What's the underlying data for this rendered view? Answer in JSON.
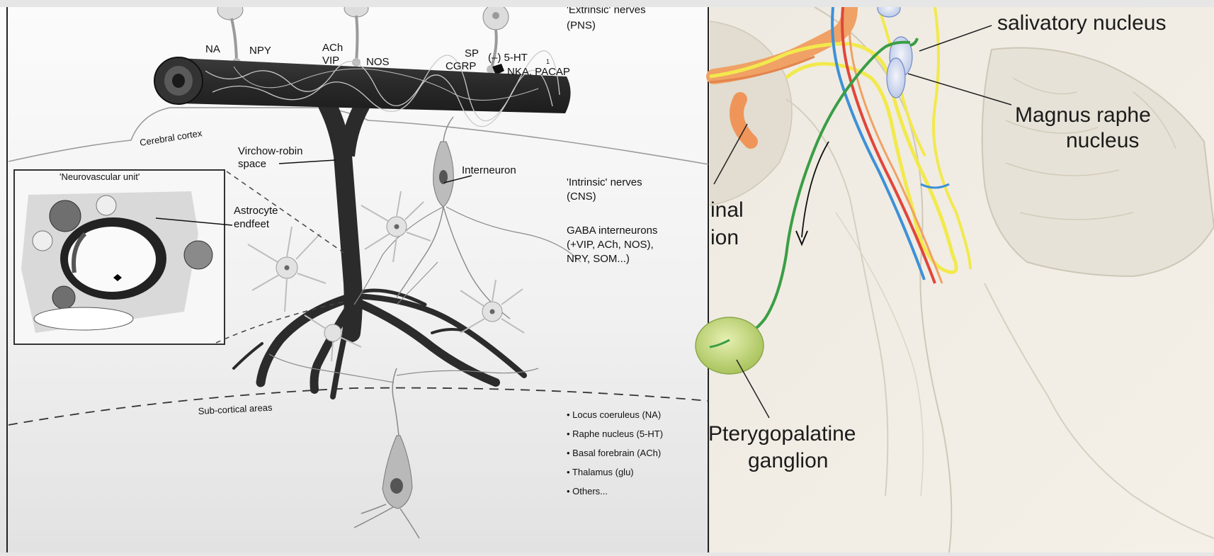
{
  "left_panel": {
    "extrinsic_label": "'Extrinsic' nerves",
    "extrinsic_sub": "(PNS)",
    "na": "NA",
    "npy": "NPY",
    "ach": "ACh",
    "vip": "VIP",
    "nos": "NOS",
    "sp": "SP",
    "cgrp": "CGRP",
    "five_ht1": "(–) 5-HT",
    "five_ht1_sub": "1",
    "nka_pacap": "NKA, PACAP",
    "cerebral_cortex": "Cerebral cortex",
    "virchow_line1": "Virchow-robin",
    "virchow_line2": "space",
    "interneuron": "Interneuron",
    "neurovascular_unit": "'Neurovascular unit'",
    "astrocyte_line1": "Astrocyte",
    "astrocyte_line2": "endfeet",
    "intrinsic_label": "'Intrinsic' nerves",
    "intrinsic_sub": "(CNS)",
    "gaba_lines": [
      "GABA interneurons",
      "(+VIP, ACh, NOS),",
      "NPY, SOM...)"
    ],
    "subcortical": "Sub-cortical areas",
    "sources": [
      "• Locus coeruleus (NA)",
      "• Raphe nucleus (5-HT)",
      "• Basal forebrain (ACh)",
      "• Thalamus (glu)",
      "• Others..."
    ]
  },
  "right_panel": {
    "salivatory": "salivatory nucleus",
    "magnus_line1": "Magnus raphe",
    "magnus_line2": "nucleus",
    "trigeminal_line1": "inal",
    "trigeminal_line2": "ion",
    "pterygo_line1": "Pterygopalatine",
    "pterygo_line2": "ganglion"
  }
}
